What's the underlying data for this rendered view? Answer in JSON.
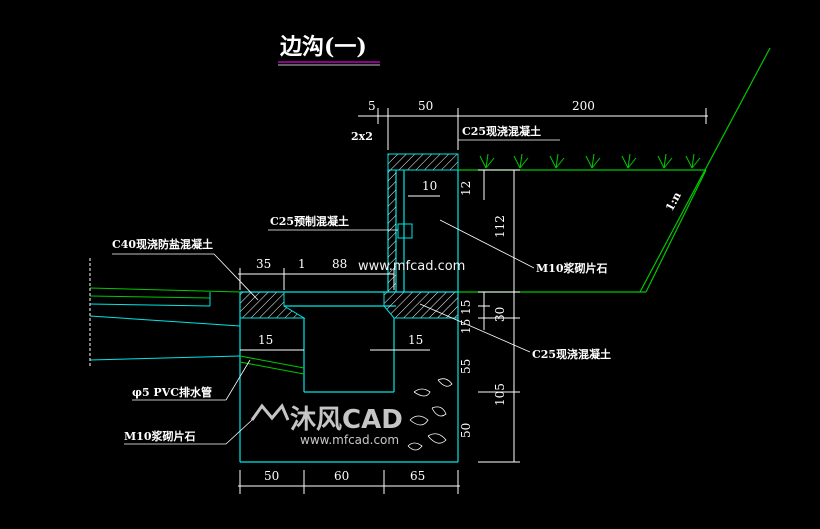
{
  "title": "边沟(一)",
  "top_dims": [
    "5",
    "50",
    "200"
  ],
  "bottom_dims": [
    "50",
    "60",
    "65"
  ],
  "mid_dims": {
    "d35": "35",
    "d1": "1",
    "d88": "88",
    "d15_left": "15",
    "d15_right": "15",
    "d10": "10"
  },
  "right_dims": {
    "d12": "12",
    "d112": "112",
    "d15_15": "15 15",
    "d30": "30",
    "d55": "55",
    "d105": "105",
    "d50": "50"
  },
  "labels": {
    "small_2x2": "2x2",
    "c25_top": "C25现浇混凝土",
    "c25_precast": "C25预制混凝土",
    "c40": "C40现浇防盐混凝土",
    "m10_right": "M10浆砌片石",
    "c25_lower": "C25现浇混凝土",
    "pvc": "φ5 PVC排水管",
    "m10_left": "M10浆砌片石",
    "slope": "1:n"
  },
  "watermark": {
    "url_top": "www.mfcad.com",
    "logo_text": "沐风CAD",
    "logo_url": "www.mfcad.com"
  },
  "colors": {
    "background": "#000000",
    "structure": "#00e5e5",
    "ground": "#00c800",
    "dimension": "#ffffff",
    "title_underline": "#c000c0"
  }
}
